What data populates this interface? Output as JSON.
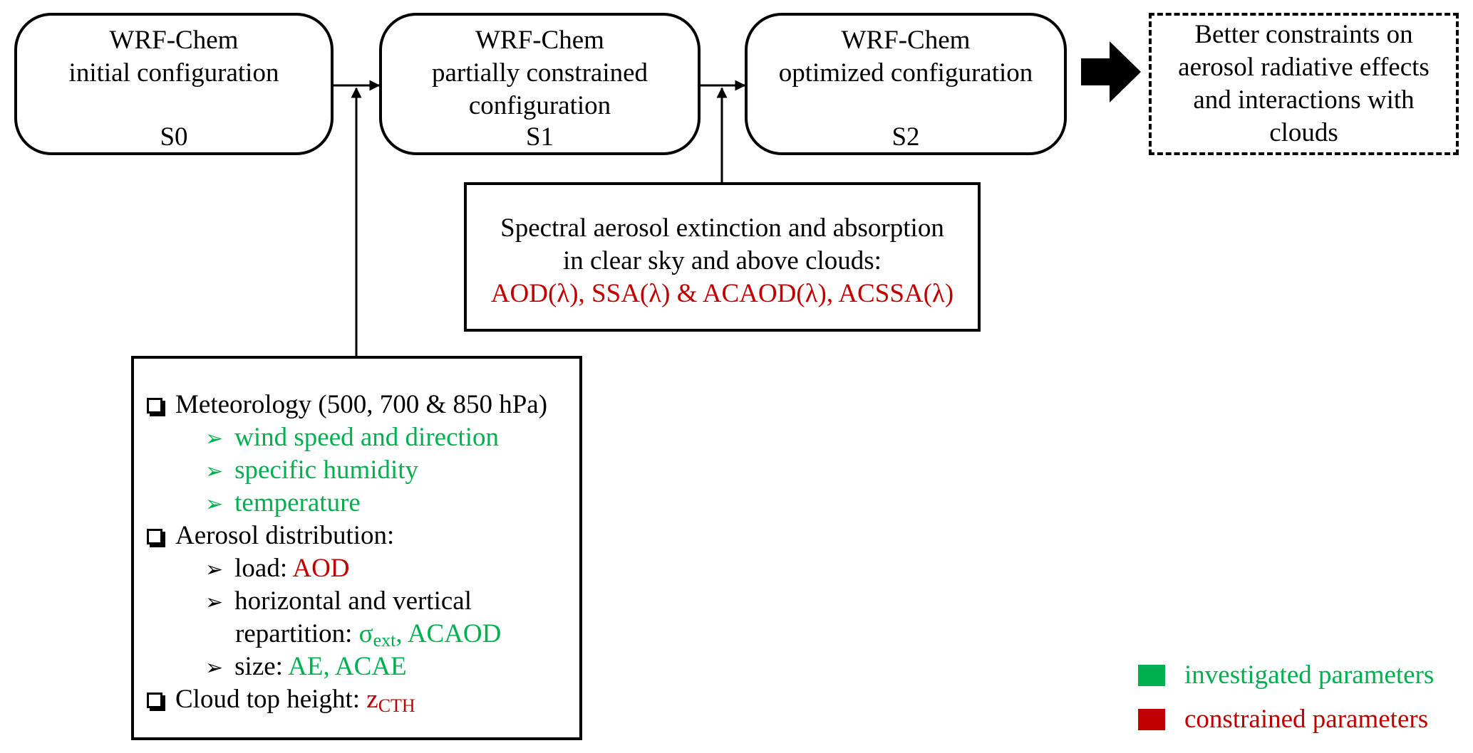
{
  "stages": [
    {
      "title_line1": "WRF-Chem",
      "title_line2": "initial configuration",
      "title_line3": "",
      "code": "S0"
    },
    {
      "title_line1": "WRF-Chem",
      "title_line2": "partially constrained",
      "title_line3": "configuration",
      "code": "S1"
    },
    {
      "title_line1": "WRF-Chem",
      "title_line2": "optimized configuration",
      "title_line3": "",
      "code": "S2"
    }
  ],
  "outcome": {
    "line1": "Better constraints on",
    "line2": "aerosol radiative effects",
    "line3": "and interactions with",
    "line4": "clouds"
  },
  "spectral_box": {
    "line1": "Spectral aerosol extinction and absorption",
    "line2": "in clear sky and above clouds:",
    "line3": "AOD(λ), SSA(λ) & ACAOD(λ), ACSSA(λ)"
  },
  "inputs_box": {
    "meteorology": "Meteorology (500, 700 & 850 hPa)",
    "wind": "wind speed and direction",
    "humidity": "specific humidity",
    "temperature": "temperature",
    "aerosol": "Aerosol distribution:",
    "load_label": "load: ",
    "load_value": "AOD",
    "repartition_line1": "horizontal and vertical",
    "repartition_label": "repartition: ",
    "sigma": "σ",
    "sigma_sub": "ext",
    "repartition_rest": ", ACAOD",
    "size_label": "size: ",
    "size_value": "AE, ACAE",
    "cloud_label": "Cloud top height: ",
    "cloud_z": "z",
    "cloud_sub": "CTH"
  },
  "legend": [
    {
      "label": "investigated parameters",
      "color": "#00b050"
    },
    {
      "label": "constrained parameters",
      "color": "#c00000"
    }
  ],
  "colors": {
    "constrained": "#c00000",
    "investigated": "#00b050"
  }
}
